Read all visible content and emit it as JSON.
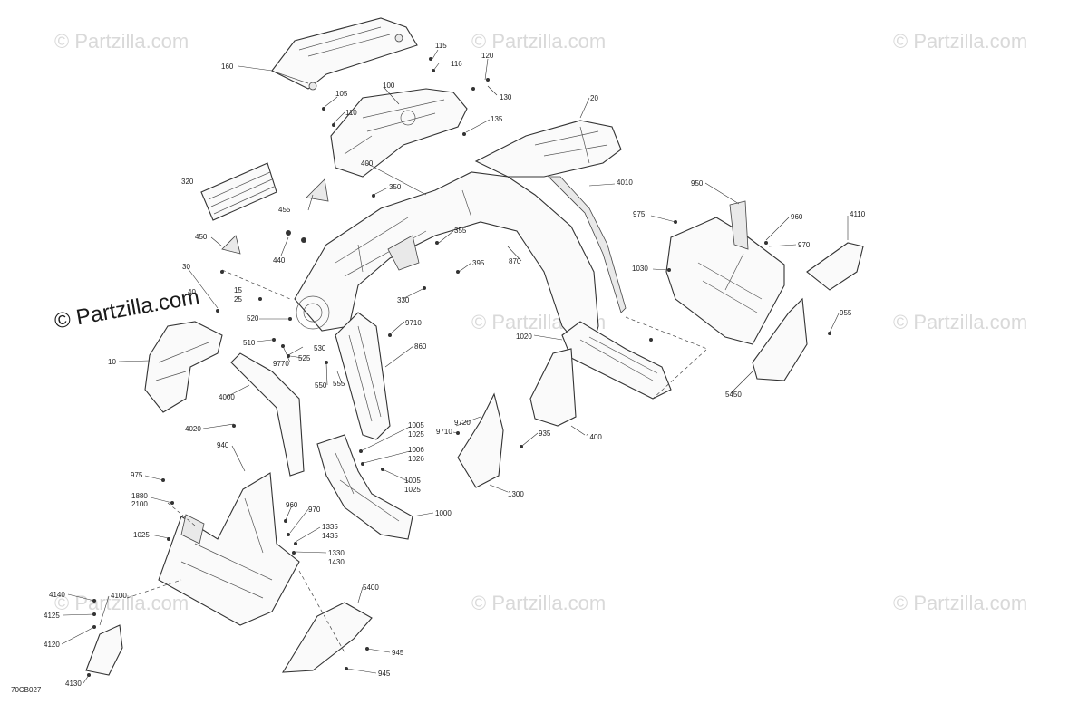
{
  "diagram": {
    "watermark": "© Partzilla.com",
    "watermark_main": "© Partzilla.com",
    "diagram_code": "70CB027",
    "callouts": {
      "c160": "160",
      "c115": "115",
      "c116": "116",
      "c120": "120",
      "c130": "130",
      "c105": "105",
      "c100": "100",
      "c110": "110",
      "c135": "135",
      "c20": "20",
      "c400": "400",
      "c320": "320",
      "c350": "350",
      "c455": "455",
      "c4010": "4010",
      "c950": "950",
      "c975a": "975",
      "c960a": "960",
      "c4110": "4110",
      "c450": "450",
      "c440": "440",
      "c355": "355",
      "c970a": "970",
      "c30": "30",
      "c40": "40",
      "c15": "15",
      "c25": "25",
      "c395": "395",
      "c870": "870",
      "c1030": "1030",
      "c330": "330",
      "c955": "955",
      "c520": "520",
      "c9710a": "9710",
      "c510": "510",
      "c530": "530",
      "c1020": "1020",
      "c860": "860",
      "c10": "10",
      "c9770": "9770",
      "c525": "525",
      "c550": "550",
      "c555": "555",
      "c4000": "4000",
      "c5450": "5450",
      "c1005a": "1005",
      "c1025a": "1025",
      "c9720": "9720",
      "c9710b": "9710",
      "c4020": "4020",
      "c935": "935",
      "c1400": "1400",
      "c1006": "1006",
      "c1026": "1026",
      "c940": "940",
      "c975b": "975",
      "c1005b": "1005",
      "c1025b": "1025",
      "c1300": "1300",
      "c1880": "1880",
      "c2100": "2100",
      "c960b": "960",
      "c970b": "970",
      "c1000": "1000",
      "c1335": "1335",
      "c1435": "1435",
      "c1025c": "1025",
      "c1330": "1330",
      "c1430": "1430",
      "c5400": "5400",
      "c4140": "4140",
      "c4100": "4100",
      "c4125": "4125",
      "c4120": "4120",
      "c945a": "945",
      "c945b": "945",
      "c4130": "4130"
    }
  }
}
